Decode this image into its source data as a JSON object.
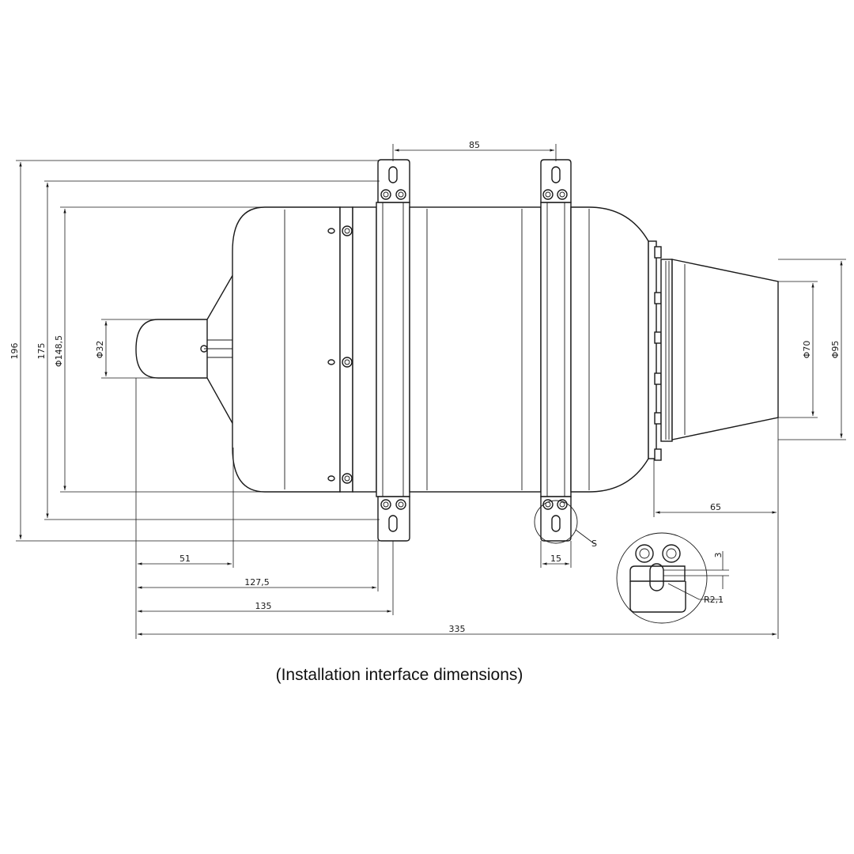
{
  "caption": "(Installation interface dimensions)",
  "dimensions": {
    "overall_height": "196",
    "flange_height": "175",
    "body_diameter": "Φ148,5",
    "inlet_diameter": "Φ32",
    "mount_spacing": "85",
    "exhaust_inner_diameter": "Φ70",
    "exhaust_outer_diameter": "Φ95",
    "exhaust_length": "65",
    "mount_width": "15",
    "front_offset": "51",
    "to_front_mount": "127,5",
    "to_mount_end": "135",
    "overall_length": "335",
    "slot_width": "3",
    "slot_radius": "R2,1",
    "detail_label": "S"
  }
}
